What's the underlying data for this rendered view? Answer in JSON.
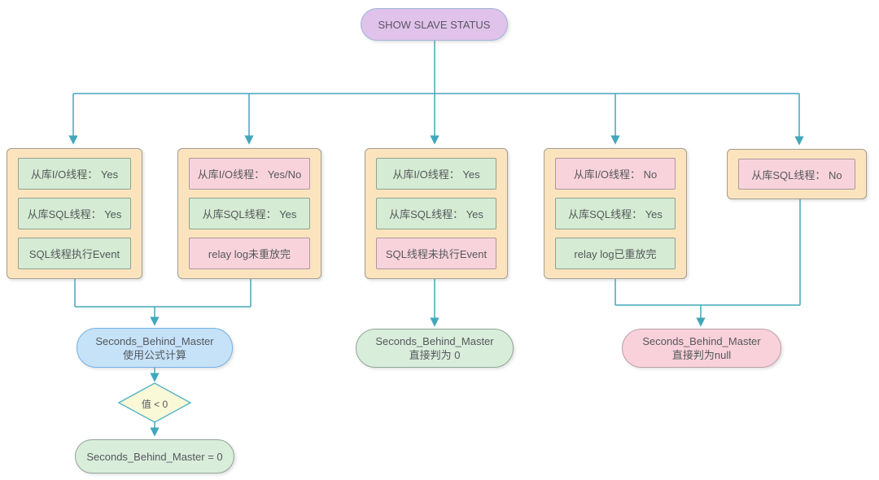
{
  "root_node": {
    "label": "SHOW SLAVE STATUS"
  },
  "columns": [
    {
      "items": [
        {
          "text": "从库I/O线程： Yes",
          "tone": "green"
        },
        {
          "text": "从库SQL线程： Yes",
          "tone": "green"
        },
        {
          "text": "SQL线程执行Event",
          "tone": "green"
        }
      ]
    },
    {
      "items": [
        {
          "text": "从库I/O线程： Yes/No",
          "tone": "pink"
        },
        {
          "text": "从库SQL线程： Yes",
          "tone": "green"
        },
        {
          "text": "relay log未重放完",
          "tone": "pink"
        }
      ]
    },
    {
      "items": [
        {
          "text": "从库I/O线程： Yes",
          "tone": "green"
        },
        {
          "text": "从库SQL线程： Yes",
          "tone": "green"
        },
        {
          "text": "SQL线程未执行Event",
          "tone": "pink"
        }
      ]
    },
    {
      "items": [
        {
          "text": "从库I/O线程： No",
          "tone": "pink"
        },
        {
          "text": "从库SQL线程： Yes",
          "tone": "green"
        },
        {
          "text": "relay log已重放完",
          "tone": "green"
        }
      ]
    },
    {
      "items": [
        {
          "text": "从库SQL线程： No",
          "tone": "pink"
        }
      ]
    }
  ],
  "results": {
    "formula": {
      "line1": "Seconds_Behind_Master",
      "line2": "使用公式计算"
    },
    "zero": {
      "line1": "Seconds_Behind_Master",
      "line2": "直接判为 0"
    },
    "null": {
      "line1": "Seconds_Behind_Master",
      "line2": "直接判为null"
    }
  },
  "decision": {
    "label": "值 < 0"
  },
  "final_node": {
    "label": "Seconds_Behind_Master = 0"
  },
  "colors": {
    "connector": "#43a7bc",
    "purple_fill": "#e0c2ea",
    "purple_border": "#9fb6d8",
    "container_fill": "#fbe4bd",
    "container_border": "#a39d92",
    "green_cell_fill": "#d5ebd3",
    "pink_cell_fill": "#f9d3dc",
    "blue_fill": "#c6e2f9",
    "blue_border": "#74b0e3",
    "green_pill_fill": "#d9eddb",
    "pink_pill_fill": "#f9d1da",
    "diamond_fill": "#f9f8d7",
    "diamond_border": "#4db2c4"
  }
}
